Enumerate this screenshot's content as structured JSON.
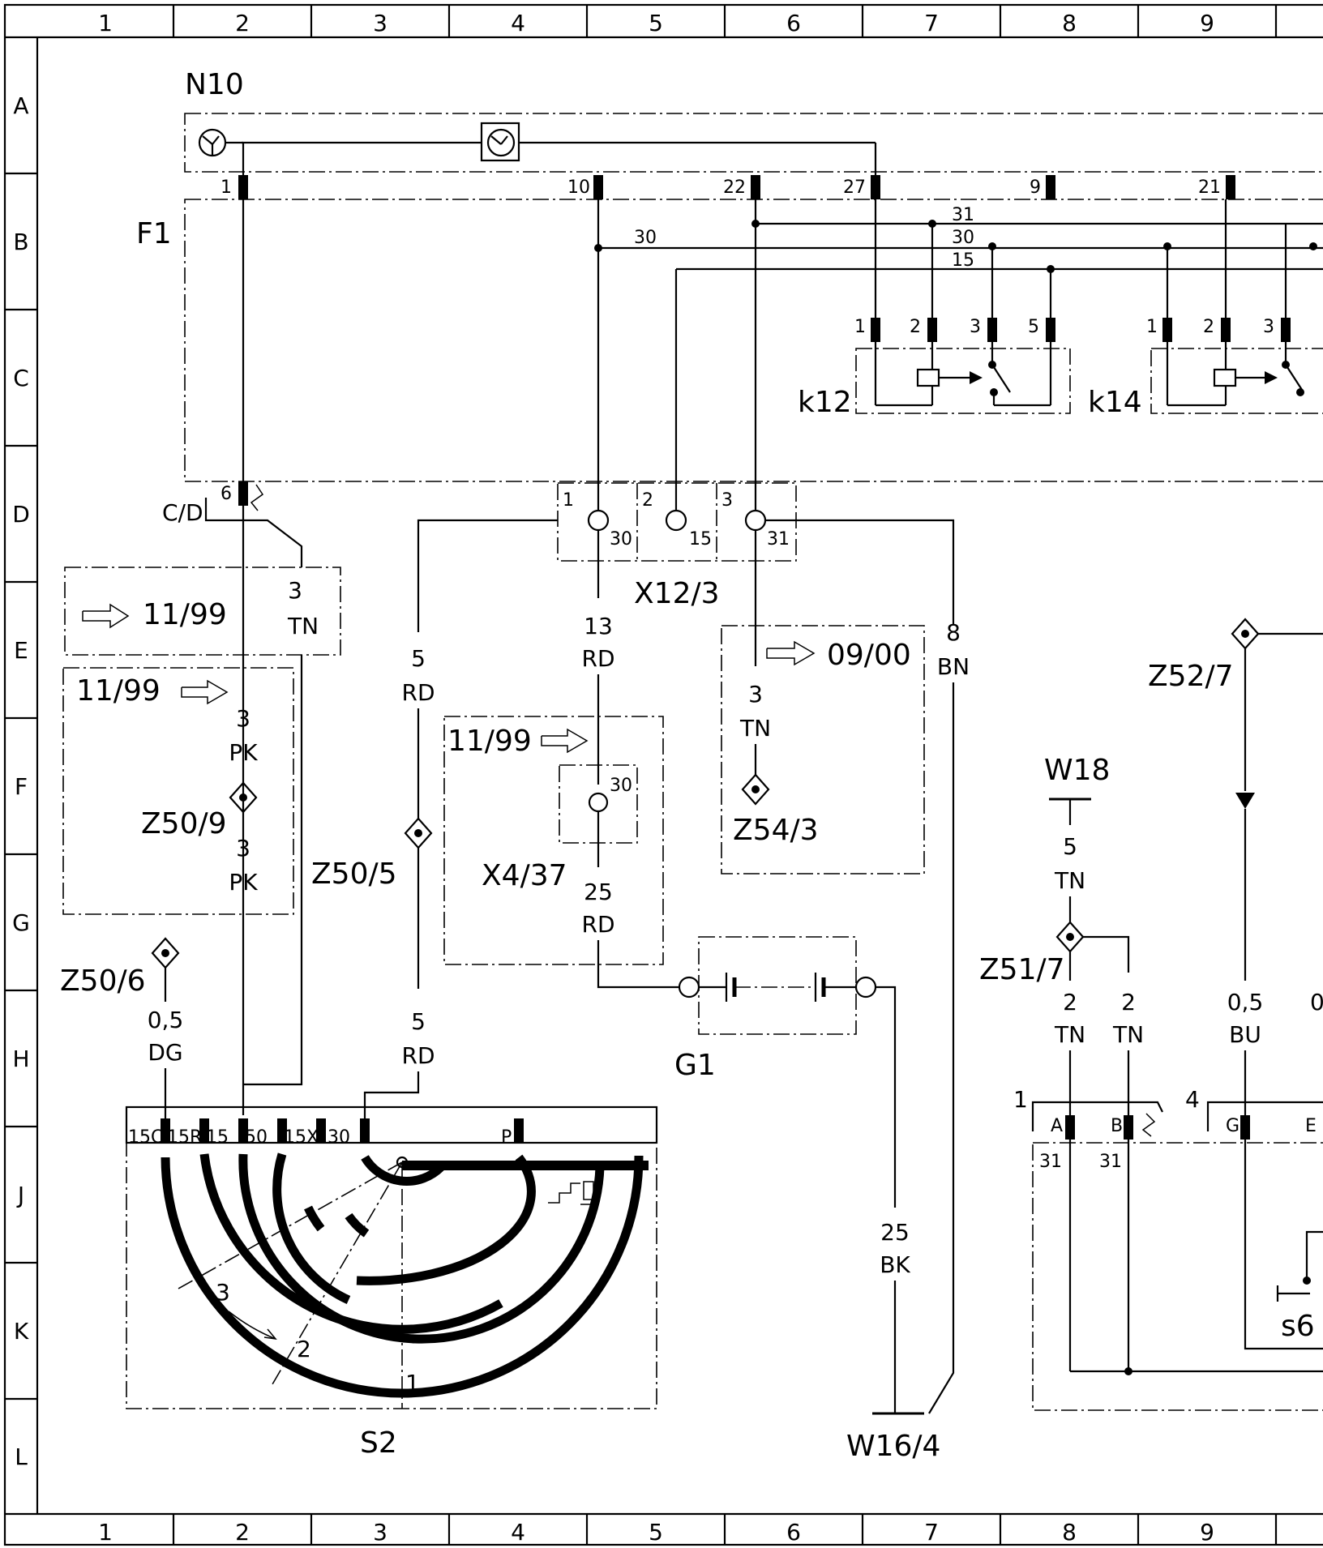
{
  "frame": {
    "columns": [
      "1",
      "2",
      "3",
      "4",
      "5",
      "6",
      "7",
      "8",
      "9"
    ],
    "rows": [
      "A",
      "B",
      "C",
      "D",
      "E",
      "F",
      "G",
      "H",
      "J",
      "K",
      "L"
    ]
  },
  "components": {
    "n10": "N10",
    "f1": "F1",
    "k12": "k12",
    "k14": "k14",
    "x12_3": "X12/3",
    "x4_37": "X4/37",
    "g1": "G1",
    "s2": "S2",
    "w16_4": "W16/4",
    "w18": "W18",
    "cd": "C/D",
    "z52_7": "Z52/7",
    "z51_7": "Z51/7",
    "z50_9": "Z50/9",
    "z50_5": "Z50/5",
    "z50_6": "Z50/6",
    "z54_3": "Z54/3",
    "s6": "s6"
  },
  "pins": {
    "f1_top": [
      "1",
      "10",
      "22",
      "27",
      "9",
      "21"
    ],
    "f1_bottom": "6",
    "k12": [
      "1",
      "2",
      "3",
      "5"
    ],
    "k14": [
      "1",
      "2",
      "3"
    ],
    "x12_3_slots": [
      "1",
      "2",
      "3"
    ],
    "x12_3_terms": [
      "30",
      "15",
      "31"
    ],
    "x4_37_term": "30",
    "s2": [
      "15C",
      "15R",
      "15",
      "50",
      "15X",
      "30",
      "P"
    ],
    "right_conn": [
      "A",
      "B",
      "G",
      "E"
    ],
    "right_conn_sub": [
      "31",
      "31"
    ],
    "right_conn_num": [
      "1",
      "4"
    ],
    "s2_positions": [
      "1",
      "2",
      "3"
    ]
  },
  "buses": [
    "31",
    "30",
    "15"
  ],
  "f1_bus": "30",
  "wires": {
    "w3tn_a": [
      "3",
      "TN"
    ],
    "w3pk_a": [
      "3",
      "PK"
    ],
    "w3pk_b": [
      "3",
      "PK"
    ],
    "w5rd_a": [
      "5",
      "RD"
    ],
    "w5rd_b": [
      "5",
      "RD"
    ],
    "w13rd": [
      "13",
      "RD"
    ],
    "w25rd": [
      "25",
      "RD"
    ],
    "w3tn_b": [
      "3",
      "TN"
    ],
    "w8bn": [
      "8",
      "BN"
    ],
    "w25bk": [
      "25",
      "BK"
    ],
    "w05dg": [
      "0,5",
      "DG"
    ],
    "w5tn": [
      "5",
      "TN"
    ],
    "w2tn_a": [
      "2",
      "TN"
    ],
    "w2tn_b": [
      "2",
      "TN"
    ],
    "w05bu": [
      "0,5",
      "BU"
    ],
    "w0_cut": "0"
  },
  "notes": {
    "e_box": "11/99",
    "f_box": "11/99",
    "x4_box": "11/99",
    "z54_box": "09/00"
  }
}
